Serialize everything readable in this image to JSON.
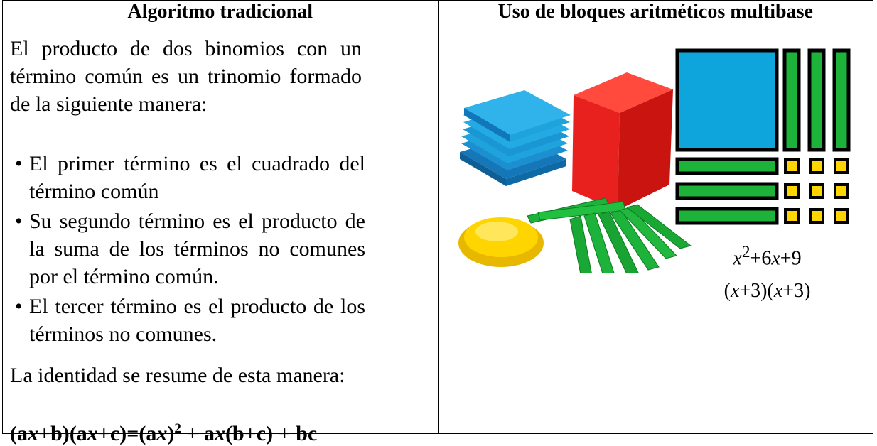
{
  "headers": {
    "left": "Algoritmo tradicional",
    "right": "Uso de bloques aritméticos  multibase"
  },
  "left": {
    "intro": "El producto de dos binomios con un término común es un trinomio formado de la siguiente manera:",
    "bullets": [
      "El primer término es el cuadrado del término común",
      "Su segundo término es el producto de la suma de los términos no comunes por el término común.",
      "El tercer término es el producto de los términos no comunes."
    ],
    "summary": "La identidad se resume de esta manera:",
    "identity": {
      "lhs": "(ax+b)(ax+c)=(ax)",
      "exponent": "2",
      "rhs": " + ax(b+c) + bc"
    }
  },
  "right": {
    "expression_1": {
      "base": "x",
      "exponent": "2",
      "rest": "+6x+9"
    },
    "expression_2": "(x+3)(x+3)"
  },
  "colors": {
    "cube_red": "#e8211e",
    "flat_blue": "#1ea3dc",
    "rod_green": "#1db33a",
    "unit_yellow": "#ffd500"
  }
}
